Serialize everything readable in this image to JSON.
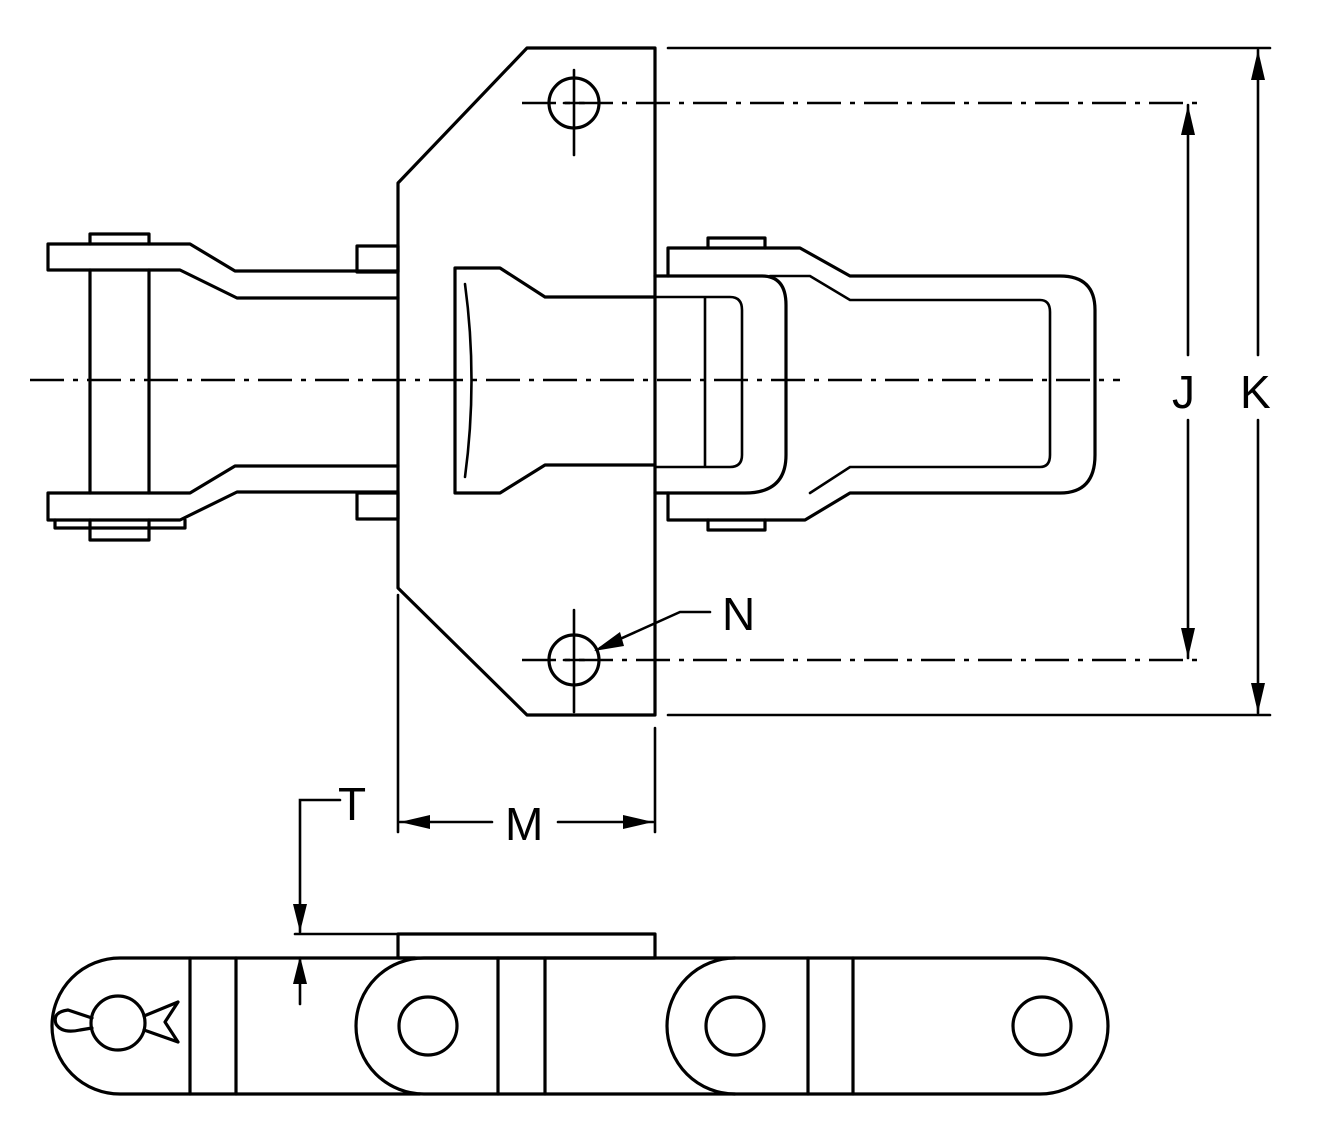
{
  "labels": {
    "J": "J",
    "K": "K",
    "N": "N",
    "M": "M",
    "T": "T"
  }
}
